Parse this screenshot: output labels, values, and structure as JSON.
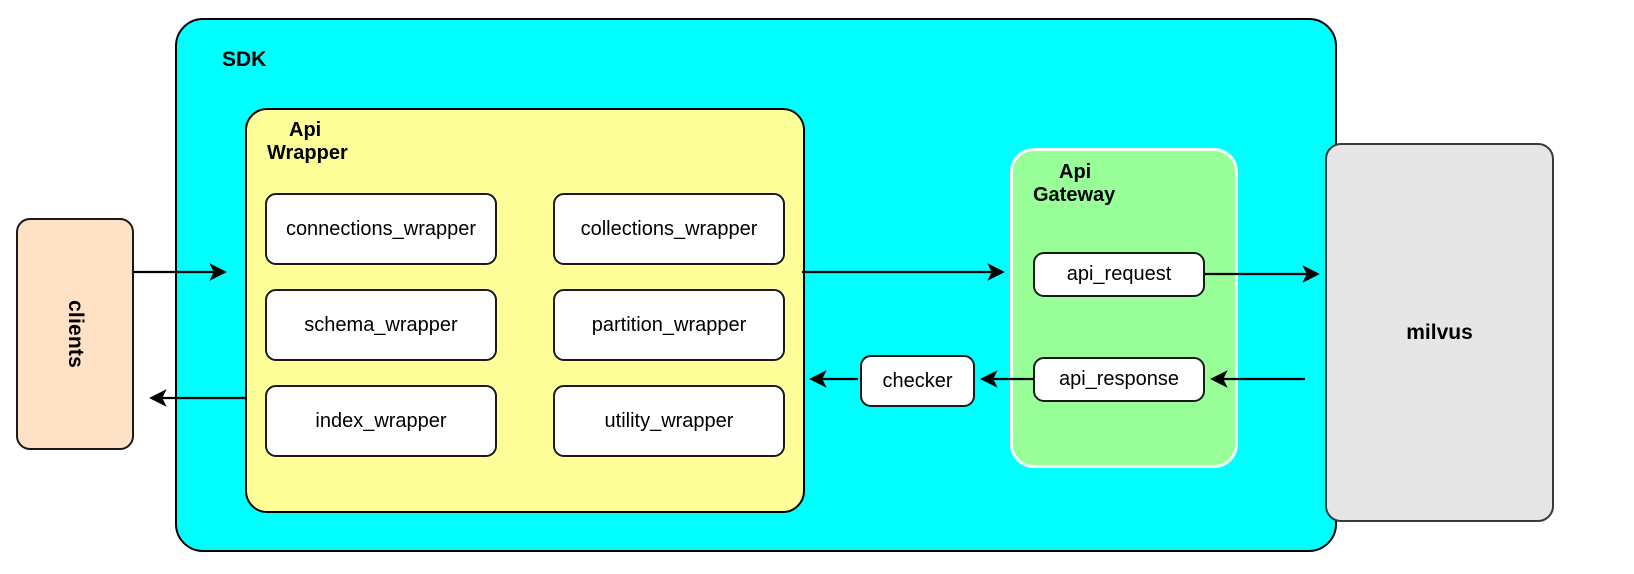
{
  "diagram": {
    "title": "SDK architecture diagram",
    "background": "#ffffff"
  },
  "nodes": {
    "clients": {
      "label": "clients",
      "fill": "#ffe1c6",
      "stroke": "#1a1a1a",
      "text_orientation": "rotated-90"
    },
    "sdk": {
      "label": "SDK",
      "fill": "#00ffff",
      "stroke": "#000000"
    },
    "api_wrapper": {
      "label_line1": "Api",
      "label_line2": "Wrapper",
      "fill": "#ffff99",
      "stroke": "#000000",
      "children": [
        {
          "id": "connections-wrapper",
          "label": "connections_wrapper",
          "column": "left",
          "row": 1
        },
        {
          "id": "collections-wrapper",
          "label": "collections_wrapper",
          "column": "right",
          "row": 1
        },
        {
          "id": "schema-wrapper",
          "label": "schema_wrapper",
          "column": "left",
          "row": 2
        },
        {
          "id": "partition-wrapper",
          "label": "partition_wrapper",
          "column": "right",
          "row": 2
        },
        {
          "id": "index-wrapper",
          "label": "index_wrapper",
          "column": "left",
          "row": 3
        },
        {
          "id": "utility-wrapper",
          "label": "utility_wrapper",
          "column": "right",
          "row": 3
        }
      ]
    },
    "api_gateway": {
      "label_line1": "Api",
      "label_line2": "Gateway",
      "fill": "#99ff99",
      "stroke": "#f2fff2",
      "children": [
        {
          "id": "api-request",
          "label": "api_request"
        },
        {
          "id": "api-response",
          "label": "api_response"
        }
      ]
    },
    "checker": {
      "label": "checker",
      "fill": "#ffffff",
      "stroke": "#1a1a1a"
    },
    "milvus": {
      "label": "milvus",
      "fill": "#e6e6e6",
      "stroke": "#3a3a3a"
    }
  },
  "edges": [
    {
      "id": "clients-to-sdk",
      "from": "clients",
      "to": "sdk",
      "direction": "right"
    },
    {
      "id": "sdk-to-clients",
      "from": "sdk",
      "to": "clients",
      "direction": "left"
    },
    {
      "id": "apiwrapper-to-gateway",
      "from": "api_wrapper",
      "to": "api_gateway",
      "direction": "right"
    },
    {
      "id": "apirequest-to-milvus",
      "from": "api-request",
      "to": "milvus",
      "direction": "right"
    },
    {
      "id": "milvus-to-apiresponse",
      "from": "milvus",
      "to": "api-response",
      "direction": "left"
    },
    {
      "id": "apiresponse-to-checker",
      "from": "api-response",
      "to": "checker",
      "direction": "left"
    },
    {
      "id": "checker-to-apiwrapper",
      "from": "checker",
      "to": "api_wrapper",
      "direction": "left"
    }
  ],
  "colors": {
    "sdk_cyan": "#00ffff",
    "wrapper_yellow": "#ffff99",
    "gateway_green": "#99ff99",
    "clients_peach": "#ffe1c6",
    "milvus_gray": "#e6e6e6",
    "edge_stroke": "#000000"
  }
}
